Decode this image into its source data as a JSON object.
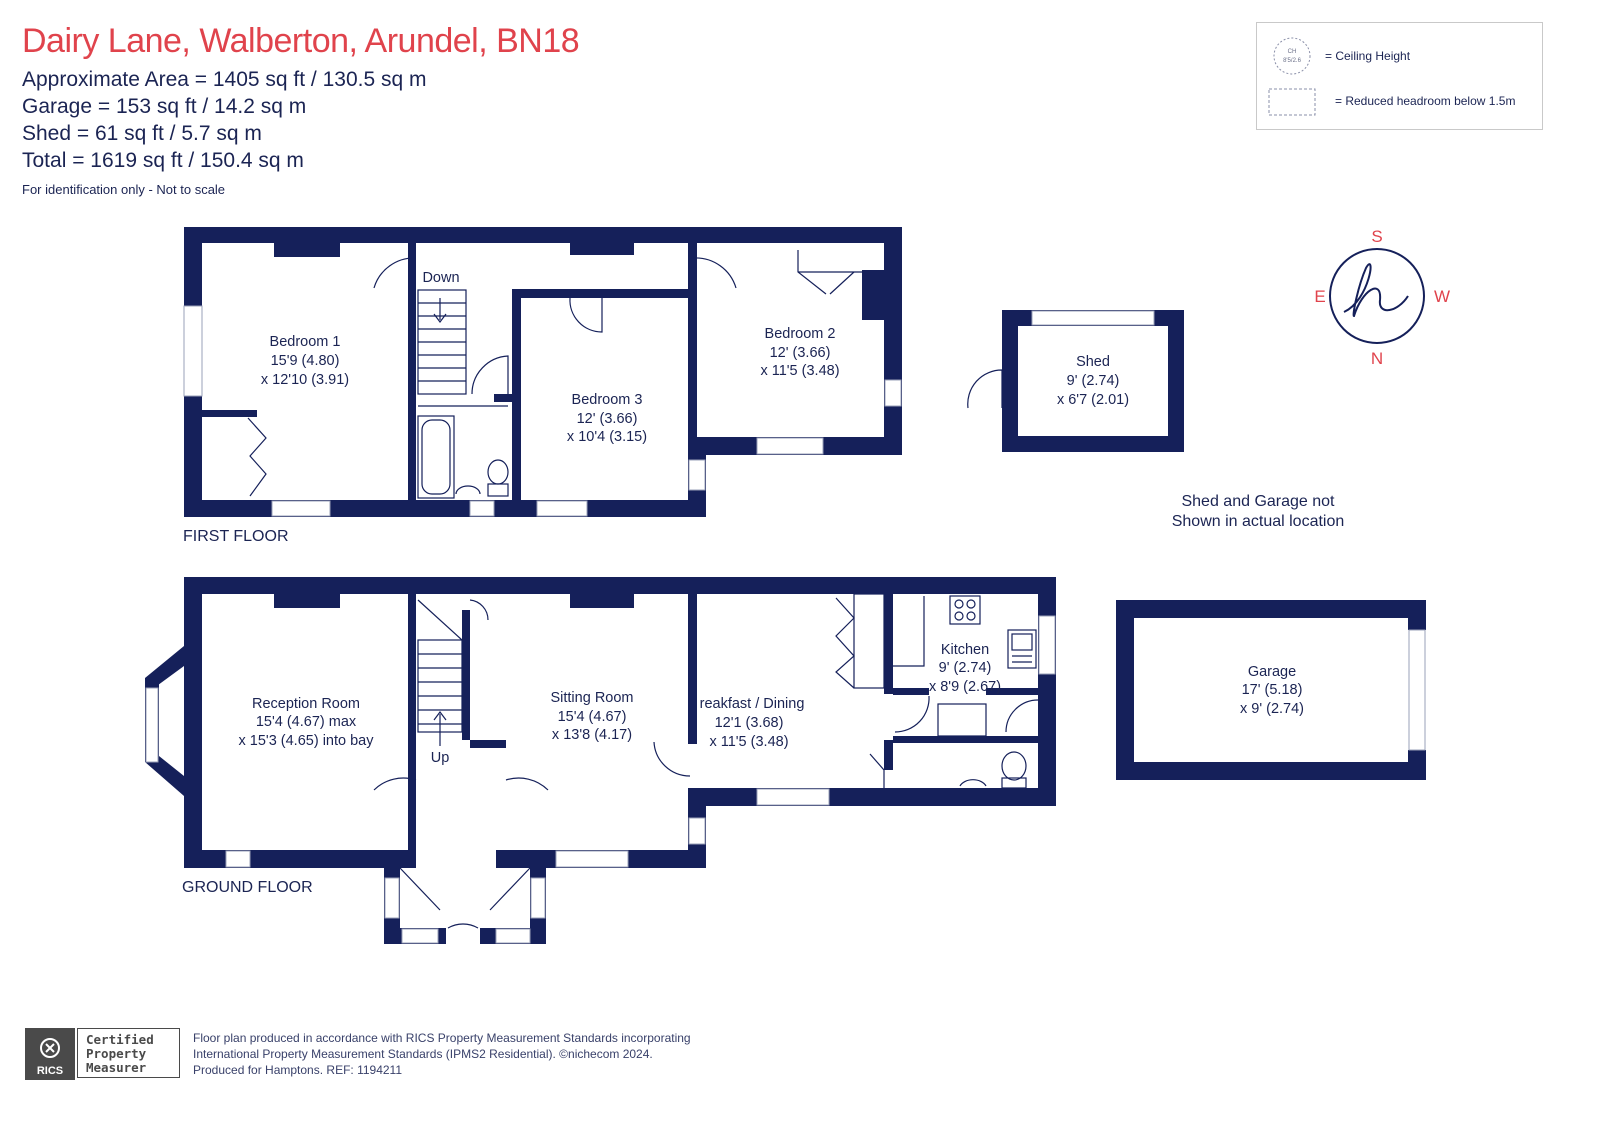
{
  "header": {
    "title": "Dairy Lane, Walberton, Arundel, BN18",
    "areas": [
      "Approximate Area = 1405  sq ft / 130.5  sq m",
      "Garage = 153 sq ft / 14.2  sq m",
      "Shed = 61 sq ft / 5.7  sq m",
      "Total = 1619 sq ft / 150.4 sq m"
    ],
    "disclaimer": "For identification only - Not to scale"
  },
  "legend": {
    "ceiling_symbol_top": "CH",
    "ceiling_symbol_bottom": "8'5/2.6",
    "ceiling_label": "= Ceiling Height",
    "reduced_label": "= Reduced headroom below 1.5m"
  },
  "compass": {
    "top": "S",
    "bottom": "N",
    "left": "E",
    "right": "W"
  },
  "first_floor": {
    "label": "FIRST FLOOR",
    "stairs_label": "Down",
    "bedroom1": {
      "name": "Bedroom 1",
      "dim1": "15'9 (4.80)",
      "dim2": "x 12'10 (3.91)"
    },
    "bedroom2": {
      "name": "Bedroom 2",
      "dim1": "12' (3.66)",
      "dim2": "x 11'5 (3.48)"
    },
    "bedroom3": {
      "name": "Bedroom 3",
      "dim1": "12' (3.66)",
      "dim2": "x 10'4 (3.15)"
    }
  },
  "shed": {
    "name": "Shed",
    "dim1": "9' (2.74)",
    "dim2": "x 6'7 (2.01)"
  },
  "note": [
    "Shed and Garage not",
    "Shown in actual location"
  ],
  "ground_floor": {
    "label": "GROUND FLOOR",
    "stairs_label": "Up",
    "reception": {
      "name": "Reception Room",
      "dim1": "15'4 (4.67) max",
      "dim2": "x 15'3 (4.65) into bay"
    },
    "sitting": {
      "name": "Sitting Room",
      "dim1": "15'4 (4.67)",
      "dim2": "x 13'8 (4.17)"
    },
    "breakfast": {
      "name": "reakfast / Dining",
      "dim1": "12'1 (3.68)",
      "dim2": "x 11'5 (3.48)"
    },
    "kitchen": {
      "name": "Kitchen",
      "dim1": "9' (2.74)",
      "dim2": "x 8'9 (2.67)"
    }
  },
  "garage": {
    "name": "Garage",
    "dim1": "17' (5.18)",
    "dim2": "x 9' (2.74)"
  },
  "footer": {
    "lines": [
      "Floor plan produced in accordance with RICS Property Measurement Standards incorporating",
      "International Property Measurement Standards (IPMS2 Residential).  ©nichecom 2024.",
      "Produced for Hamptons.  REF:  1194211"
    ],
    "badge_left": "RICS",
    "badge_lines": [
      "Certified",
      "Property",
      "Measurer"
    ]
  },
  "colors": {
    "wall": "#15205a",
    "title": "#e0434c",
    "window": "#c9ccd6"
  }
}
